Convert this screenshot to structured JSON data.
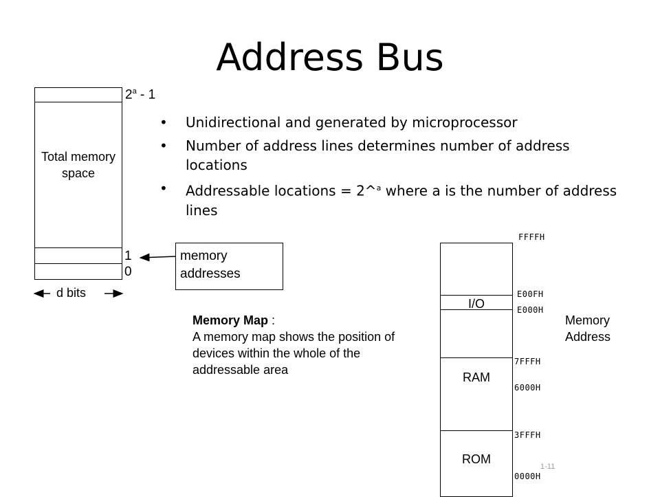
{
  "title": "Address Bus",
  "memory_block": {
    "label": "Total memory space",
    "top_label_base": "2",
    "top_label_exp": "a",
    "top_label_rest": " - 1",
    "row1_label": "1",
    "row0_label": "0",
    "width_label": "d bits"
  },
  "callout": {
    "line1": "memory",
    "line2": "addresses"
  },
  "bullets": [
    {
      "text": "Unidirectional and generated by microprocessor"
    },
    {
      "text": "Number of address lines determines number of address locations"
    },
    {
      "pre": "Addressable locations = 2^",
      "sup": "a",
      "post": " where a is the number of address lines"
    }
  ],
  "memory_map_note": {
    "heading": "Memory Map",
    "colon": " :",
    "body": "A memory map shows the position of devices within the whole of the addressable area"
  },
  "memory_map": {
    "regions": [
      {
        "name": "I/O"
      },
      {
        "name": "RAM"
      },
      {
        "name": "ROM"
      }
    ],
    "addresses": [
      "FFFFH",
      "E00FH",
      "E000H",
      "7FFFH",
      "6000H",
      "3FFFH",
      "0000H"
    ],
    "axis_label_line1": "Memory",
    "axis_label_line2": "Address"
  },
  "slide_number": "1-11"
}
